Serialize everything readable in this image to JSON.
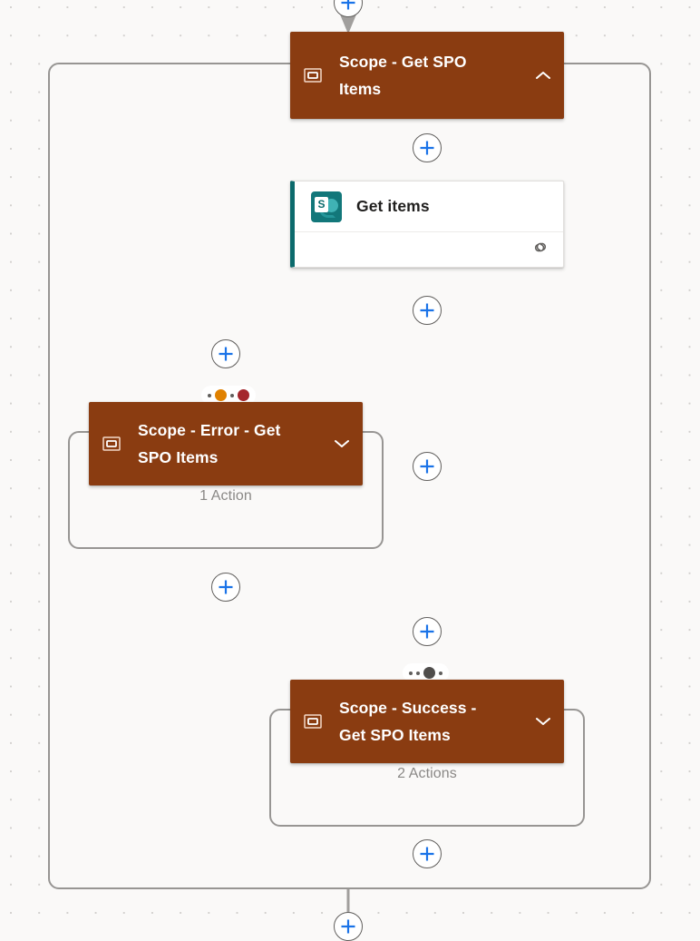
{
  "canvas": {
    "background_color": "#faf9f8",
    "grid": "dot-grid"
  },
  "colors": {
    "scope_brown": "#8a3c11",
    "accent_blue": "#1a73e8",
    "sharepoint_teal": "#12777a",
    "connector_gray": "#979593",
    "status_orange": "#e08100",
    "status_dark_red": "#a4262c",
    "status_gray": "#605e5c",
    "muted_text": "#8a8886"
  },
  "nodes": {
    "scope_get_spo": {
      "title": "Scope - Get SPO\nItems",
      "icon": "scope-icon",
      "chevron": "chevron-up-icon",
      "state": "expanded"
    },
    "action_get_items": {
      "title": "Get items",
      "icon": "sharepoint-icon",
      "footer_icon": "link-icon"
    },
    "scope_error": {
      "title": "Scope - Error - Get\nSPO Items",
      "icon": "scope-icon",
      "chevron": "chevron-down-icon",
      "state": "collapsed",
      "action_count_label": "1 Action",
      "run_after_dots": [
        {
          "size": "small",
          "color": "#605e5c"
        },
        {
          "size": "large",
          "color": "#e08100"
        },
        {
          "size": "small",
          "color": "#605e5c"
        },
        {
          "size": "large",
          "color": "#a4262c"
        }
      ]
    },
    "scope_success": {
      "title": "Scope - Success -\nGet SPO Items",
      "icon": "scope-icon",
      "chevron": "chevron-down-icon",
      "state": "collapsed",
      "action_count_label": "2 Actions",
      "run_after_dots": [
        {
          "size": "small",
          "color": "#605e5c"
        },
        {
          "size": "small",
          "color": "#605e5c"
        },
        {
          "size": "large",
          "color": "#605e5c"
        },
        {
          "size": "small",
          "color": "#605e5c"
        }
      ]
    }
  },
  "add_buttons": [
    {
      "id": "add-top",
      "label": "+"
    },
    {
      "id": "add-after-scope-head",
      "label": "+"
    },
    {
      "id": "add-after-get-items",
      "label": "+"
    },
    {
      "id": "add-branch-error-top",
      "label": "+"
    },
    {
      "id": "add-trunk-middle",
      "label": "+"
    },
    {
      "id": "add-branch-error-bottom",
      "label": "+"
    },
    {
      "id": "add-before-success",
      "label": "+"
    },
    {
      "id": "add-after-success",
      "label": "+"
    },
    {
      "id": "add-bottom",
      "label": "+"
    }
  ]
}
